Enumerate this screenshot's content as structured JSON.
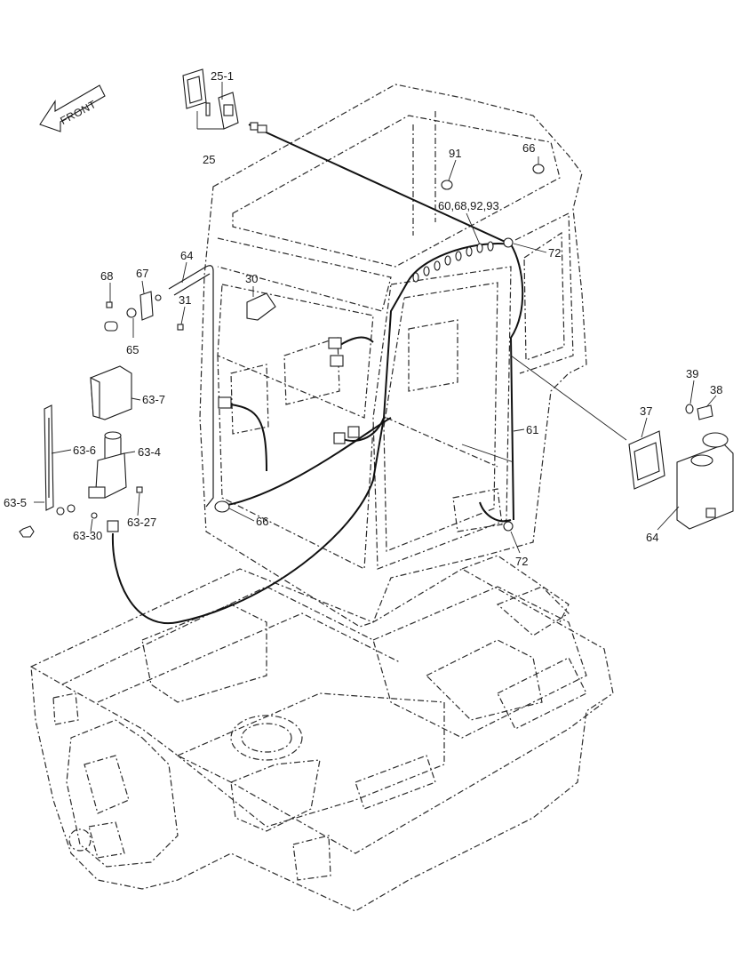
{
  "diagram": {
    "front_label": "FRONT",
    "part_labels": [
      "25-1",
      "25",
      "91",
      "66",
      "60,68,92,93",
      "72",
      "64",
      "68",
      "67",
      "30",
      "31",
      "65",
      "63-7",
      "63-6",
      "63-4",
      "63-5",
      "63-27",
      "63-30",
      "66",
      "61",
      "39",
      "38",
      "37",
      "64",
      "72"
    ]
  }
}
